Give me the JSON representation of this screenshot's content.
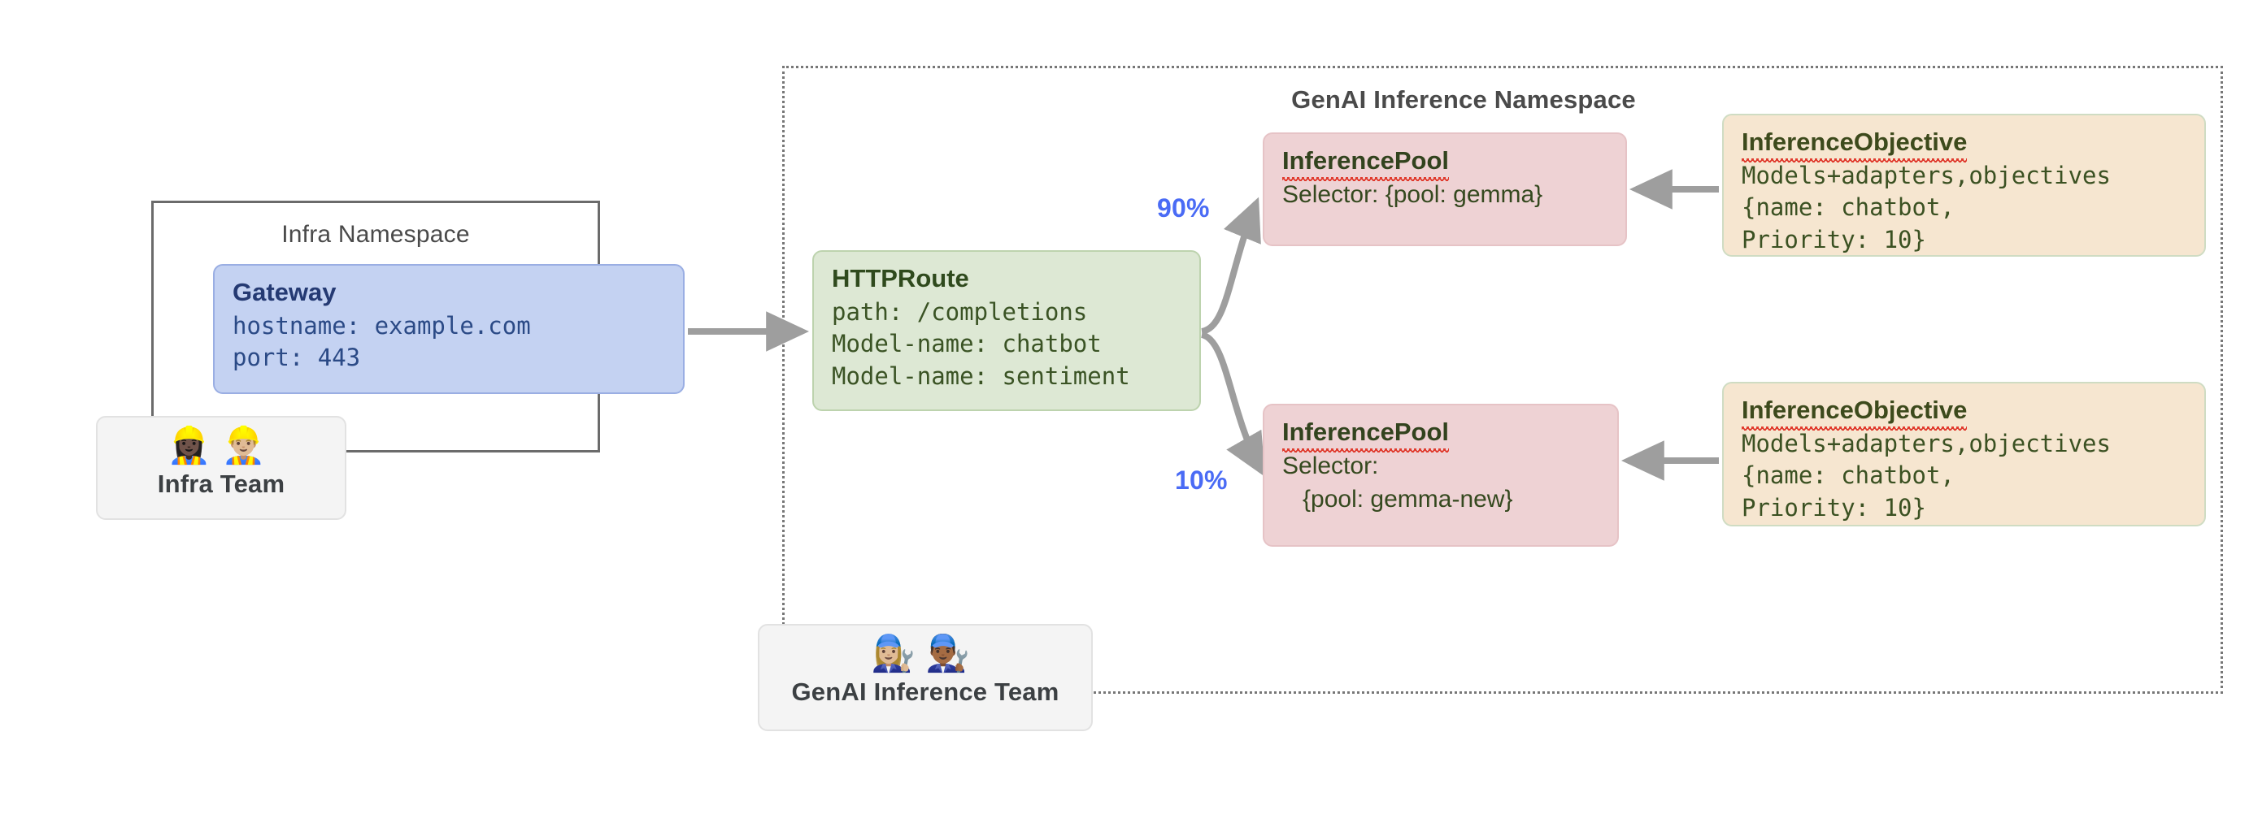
{
  "diagram": {
    "namespaces": [
      {
        "id": "infra",
        "label": "Infra Namespace",
        "border_style": "solid",
        "border_color": "#6b6b6b"
      },
      {
        "id": "genai",
        "label": "GenAI Inference Namespace",
        "border_style": "dotted",
        "border_color": "#777777"
      }
    ],
    "gateway": {
      "title": "Gateway",
      "lines": [
        "hostname: example.com",
        "port: 443"
      ],
      "fill": "#c4d2f2",
      "text_color": "#253a73"
    },
    "httproute": {
      "title": "HTTPRoute",
      "lines": [
        "path: /completions",
        "Model-name: chatbot",
        "Model-name: sentiment"
      ],
      "fill": "#dde8d4",
      "text_color": "#2f4a1d"
    },
    "pools": [
      {
        "title": "InferencePool",
        "lines": [
          "Selector: {pool: gemma}"
        ],
        "weight": "90%",
        "fill": "#eed2d4",
        "spellcheck_underline": true
      },
      {
        "title": "InferencePool",
        "lines": [
          "Selector:",
          "   {pool: gemma-new}"
        ],
        "weight": "10%",
        "fill": "#eed2d4",
        "spellcheck_underline": true
      }
    ],
    "objectives": [
      {
        "title": "InferenceObjective",
        "lines": [
          "Models+adapters,objectives",
          "{name: chatbot,",
          "Priority: 10}"
        ],
        "fill": "#f6e6d0",
        "spellcheck_underline": true
      },
      {
        "title": "InferenceObjective",
        "lines": [
          "Models+adapters,objectives",
          "{name: chatbot,",
          "Priority: 10}"
        ],
        "fill": "#f6e6d0",
        "spellcheck_underline": true
      }
    ],
    "teams": [
      {
        "id": "infra-team",
        "label": "Infra Team",
        "emojis": "👷🏿‍♀️👷🏼‍♂️"
      },
      {
        "id": "genai-team",
        "label": "GenAI Inference Team",
        "emojis": "👩🏼‍🔧👨🏾‍🔧"
      }
    ],
    "edge_label_color": "#4a6bf5",
    "arrow_color": "#9e9e9e"
  }
}
